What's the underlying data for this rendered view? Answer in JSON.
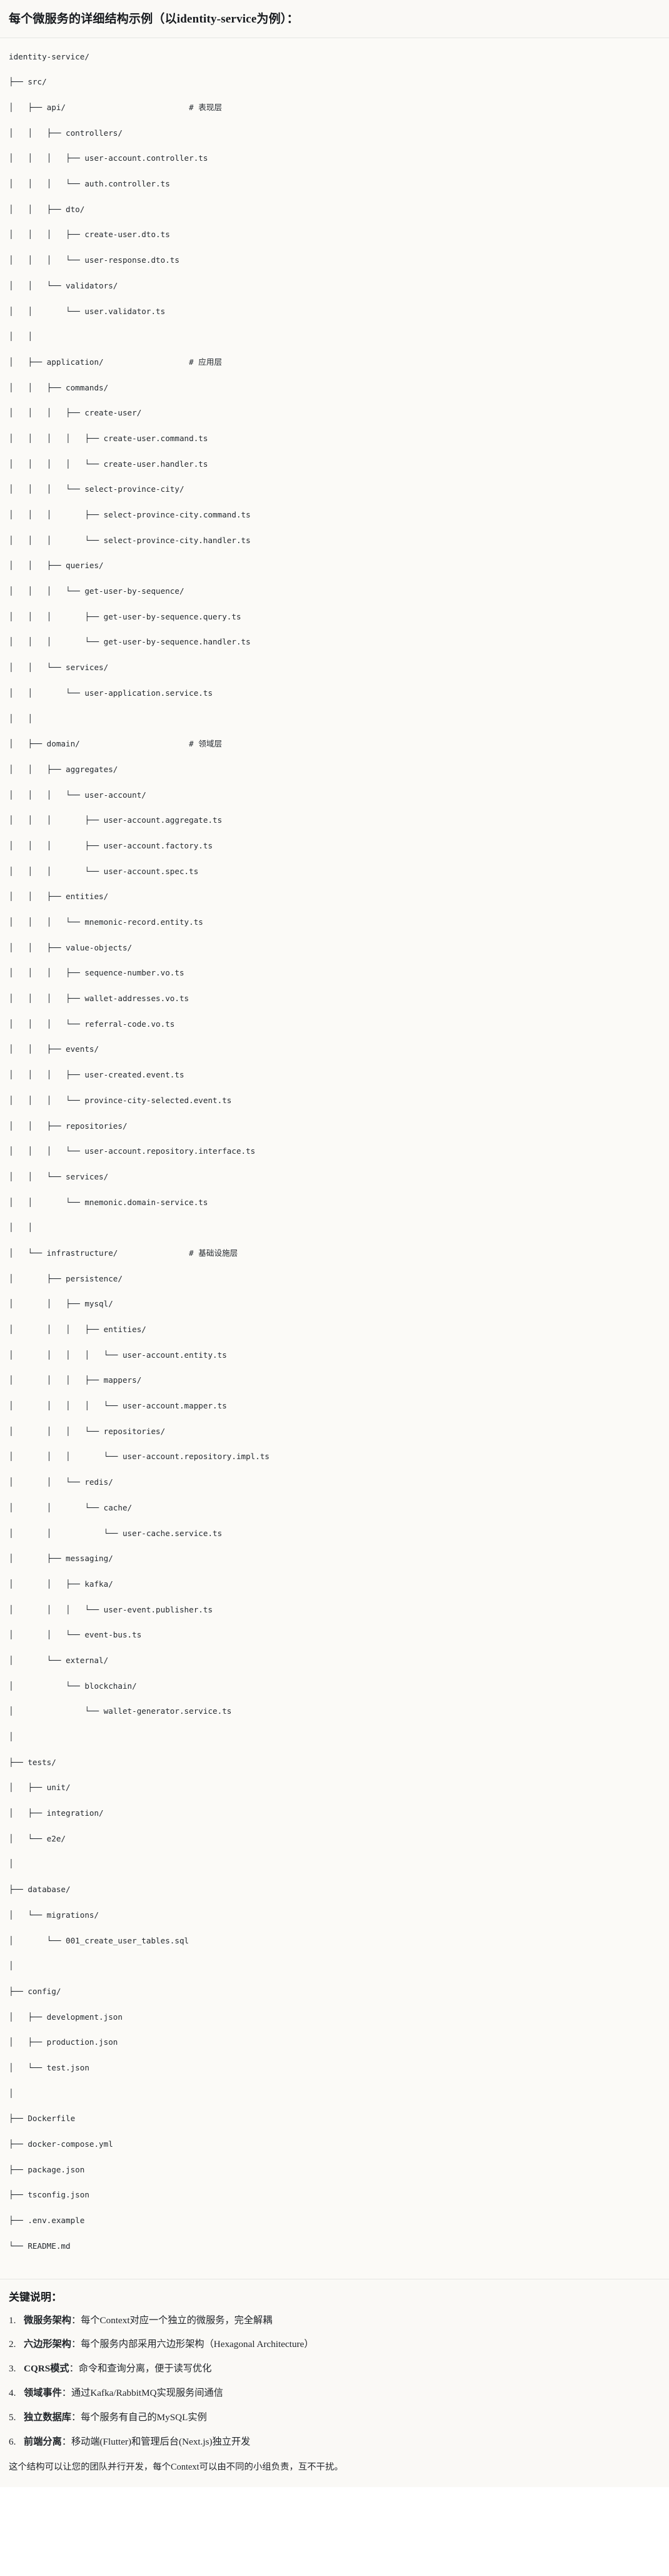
{
  "document": {
    "title": "每个微服务的详细结构示例（以identity-service为例）：",
    "notes_heading": "关键说明：",
    "closing": "这个结构可以让您的团队并行开发，每个Context可以由不同的小组负责，互不干扰。"
  },
  "tree": {
    "root": "identity-service/",
    "lines": [
      "identity-service/",
      "├── src/",
      "│   ├── api/                          # 表现层",
      "│   │   ├── controllers/",
      "│   │   │   ├── user-account.controller.ts",
      "│   │   │   └── auth.controller.ts",
      "│   │   ├── dto/",
      "│   │   │   ├── create-user.dto.ts",
      "│   │   │   └── user-response.dto.ts",
      "│   │   └── validators/",
      "│   │       └── user.validator.ts",
      "│   │",
      "│   ├── application/                  # 应用层",
      "│   │   ├── commands/",
      "│   │   │   ├── create-user/",
      "│   │   │   │   ├── create-user.command.ts",
      "│   │   │   │   └── create-user.handler.ts",
      "│   │   │   └── select-province-city/",
      "│   │   │       ├── select-province-city.command.ts",
      "│   │   │       └── select-province-city.handler.ts",
      "│   │   ├── queries/",
      "│   │   │   └── get-user-by-sequence/",
      "│   │   │       ├── get-user-by-sequence.query.ts",
      "│   │   │       └── get-user-by-sequence.handler.ts",
      "│   │   └── services/",
      "│   │       └── user-application.service.ts",
      "│   │",
      "│   ├── domain/                       # 领域层",
      "│   │   ├── aggregates/",
      "│   │   │   └── user-account/",
      "│   │   │       ├── user-account.aggregate.ts",
      "│   │   │       ├── user-account.factory.ts",
      "│   │   │       └── user-account.spec.ts",
      "│   │   ├── entities/",
      "│   │   │   └── mnemonic-record.entity.ts",
      "│   │   ├── value-objects/",
      "│   │   │   ├── sequence-number.vo.ts",
      "│   │   │   ├── wallet-addresses.vo.ts",
      "│   │   │   └── referral-code.vo.ts",
      "│   │   ├── events/",
      "│   │   │   ├── user-created.event.ts",
      "│   │   │   └── province-city-selected.event.ts",
      "│   │   ├── repositories/",
      "│   │   │   └── user-account.repository.interface.ts",
      "│   │   └── services/",
      "│   │       └── mnemonic.domain-service.ts",
      "│   │",
      "│   └── infrastructure/               # 基础设施层",
      "│       ├── persistence/",
      "│       │   ├── mysql/",
      "│       │   │   ├── entities/",
      "│       │   │   │   └── user-account.entity.ts",
      "│       │   │   ├── mappers/",
      "│       │   │   │   └── user-account.mapper.ts",
      "│       │   │   └── repositories/",
      "│       │   │       └── user-account.repository.impl.ts",
      "│       │   └── redis/",
      "│       │       └── cache/",
      "│       │           └── user-cache.service.ts",
      "│       ├── messaging/",
      "│       │   ├── kafka/",
      "│       │   │   └── user-event.publisher.ts",
      "│       │   └── event-bus.ts",
      "│       └── external/",
      "│           └── blockchain/",
      "│               └── wallet-generator.service.ts",
      "│",
      "├── tests/",
      "│   ├── unit/",
      "│   ├── integration/",
      "│   └── e2e/",
      "│",
      "├── database/",
      "│   └── migrations/",
      "│       └── 001_create_user_tables.sql",
      "│",
      "├── config/",
      "│   ├── development.json",
      "│   ├── production.json",
      "│   └── test.json",
      "│",
      "├── Dockerfile",
      "├── docker-compose.yml",
      "├── package.json",
      "├── tsconfig.json",
      "├── .env.example",
      "└── README.md"
    ]
  },
  "notes": [
    {
      "term": "微服务架构",
      "desc": "：每个Context对应一个独立的微服务，完全解耦"
    },
    {
      "term": "六边形架构",
      "desc": "：每个服务内部采用六边形架构（Hexagonal Architecture）"
    },
    {
      "term": "CQRS模式",
      "desc": "：命令和查询分离，便于读写优化"
    },
    {
      "term": "领域事件",
      "desc": "：通过Kafka/RabbitMQ实现服务间通信"
    },
    {
      "term": "独立数据库",
      "desc": "：每个服务有自己的MySQL实例"
    },
    {
      "term": "前端分离",
      "desc": "：移动端(Flutter)和管理后台(Next.js)独立开发"
    }
  ]
}
